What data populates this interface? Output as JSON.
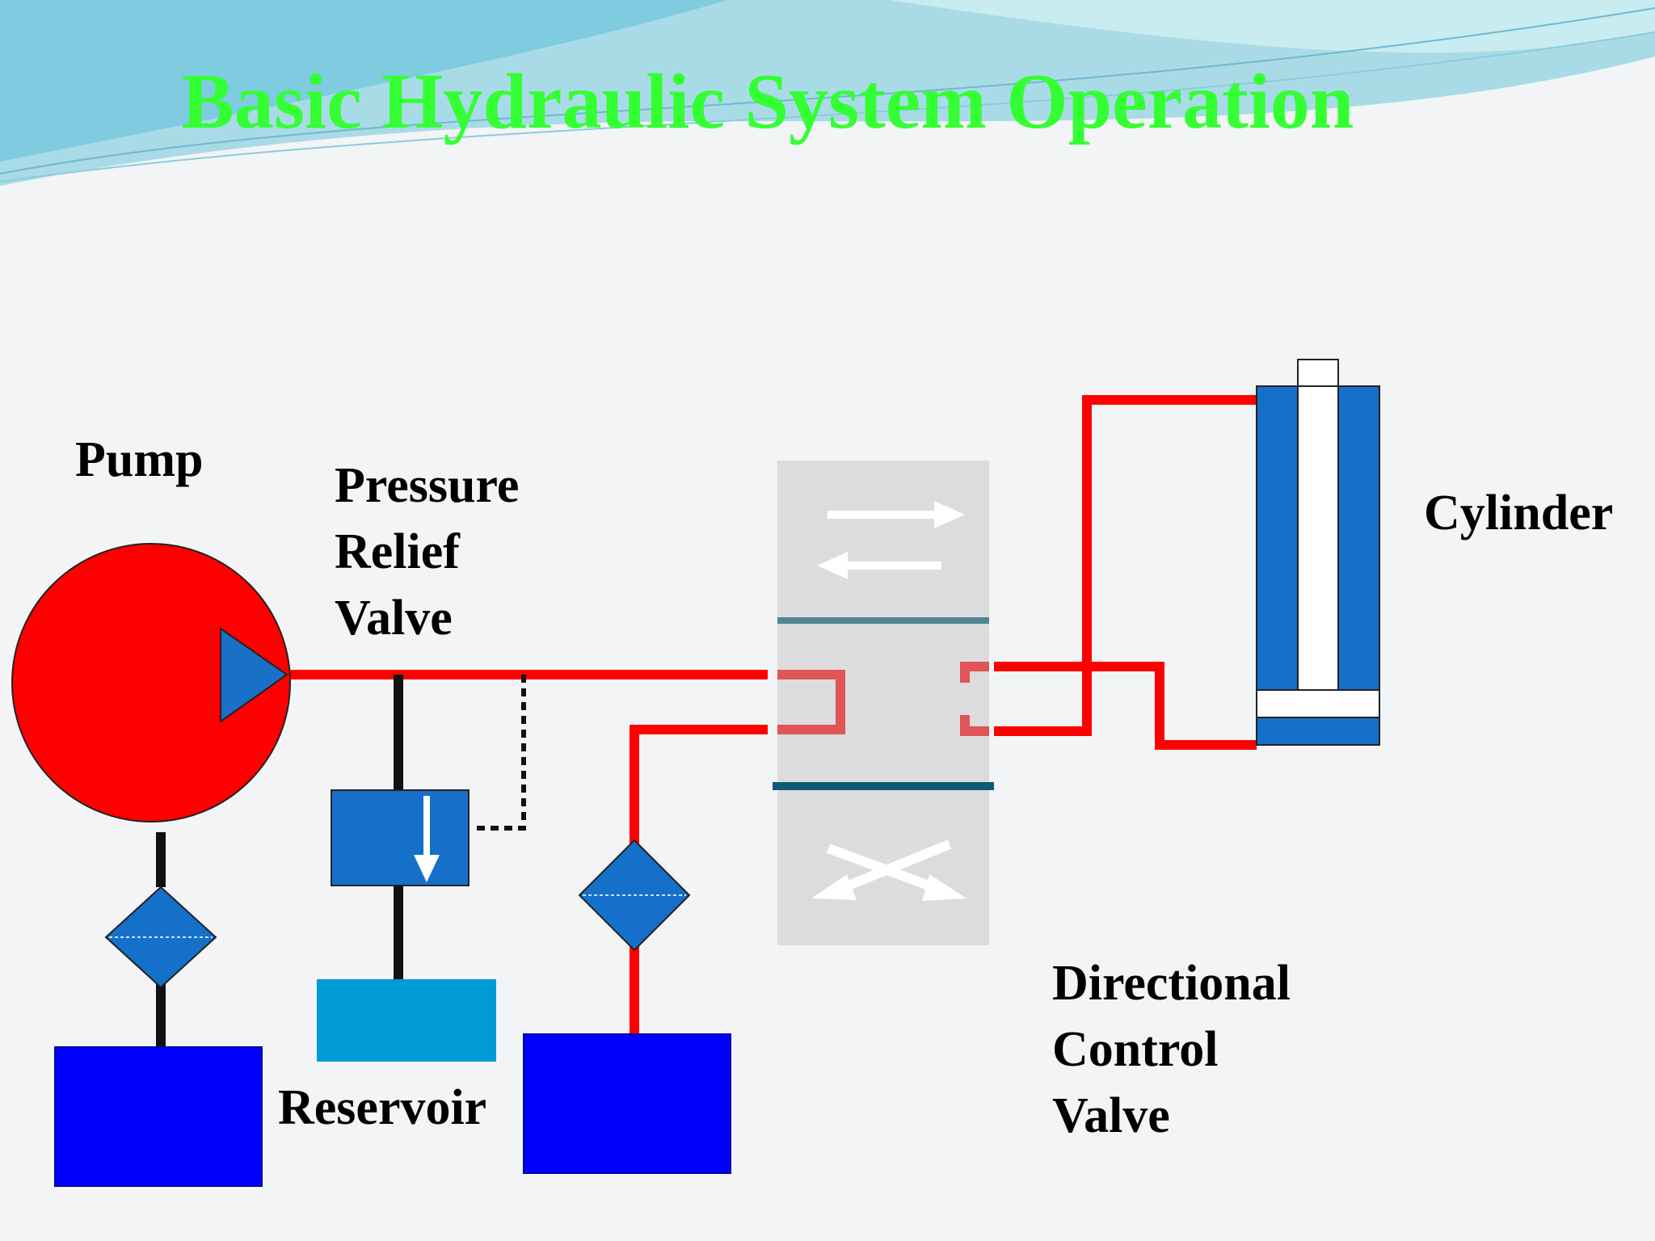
{
  "slide": {
    "title": "Basic Hydraulic System Operation"
  },
  "labels": {
    "pump": "Pump",
    "relief_valve": [
      "Pressure",
      "Relief",
      "Valve"
    ],
    "cylinder": "Cylinder",
    "directional_valve": [
      "Directional",
      "Control",
      "Valve"
    ],
    "reservoir": "Reservoir"
  },
  "colors": {
    "pressure_line": "#ff0000",
    "component_blue": "#1470c8",
    "reservoir_blue": "#0000ff",
    "reservoir_light": "#009bd6",
    "title_green": "#33ff33",
    "valve_body": "#dcdcde"
  }
}
